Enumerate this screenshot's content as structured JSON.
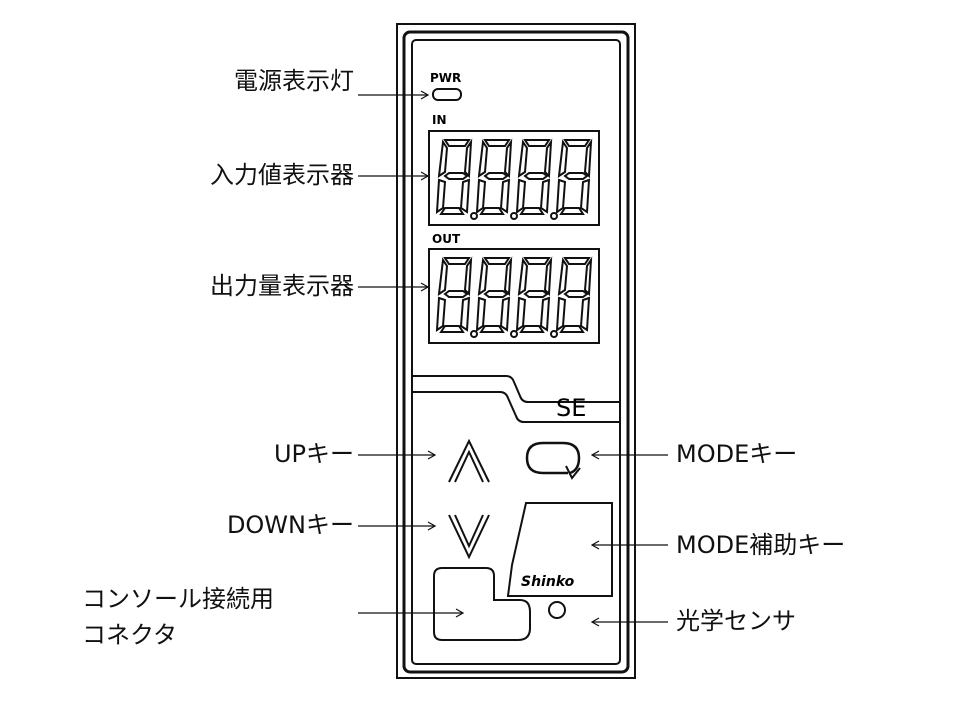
{
  "device": {
    "pwr_label": "PWR",
    "in_label": "IN",
    "out_label": "OUT",
    "model": "SE",
    "brand": "Shinko"
  },
  "callouts": {
    "power_lamp": "電源表示灯",
    "input_display": "入力値表示器",
    "output_display": "出力量表示器",
    "up_key": "UPキー",
    "down_key": "DOWNキー",
    "console_connector_line1": "コンソール接続用",
    "console_connector_line2": "コネクタ",
    "mode_key": "MODEキー",
    "mode_aux_key": "MODE補助キー",
    "optical_sensor": "光学センサ"
  },
  "colors": {
    "line": "#111111",
    "background": "#ffffff"
  }
}
